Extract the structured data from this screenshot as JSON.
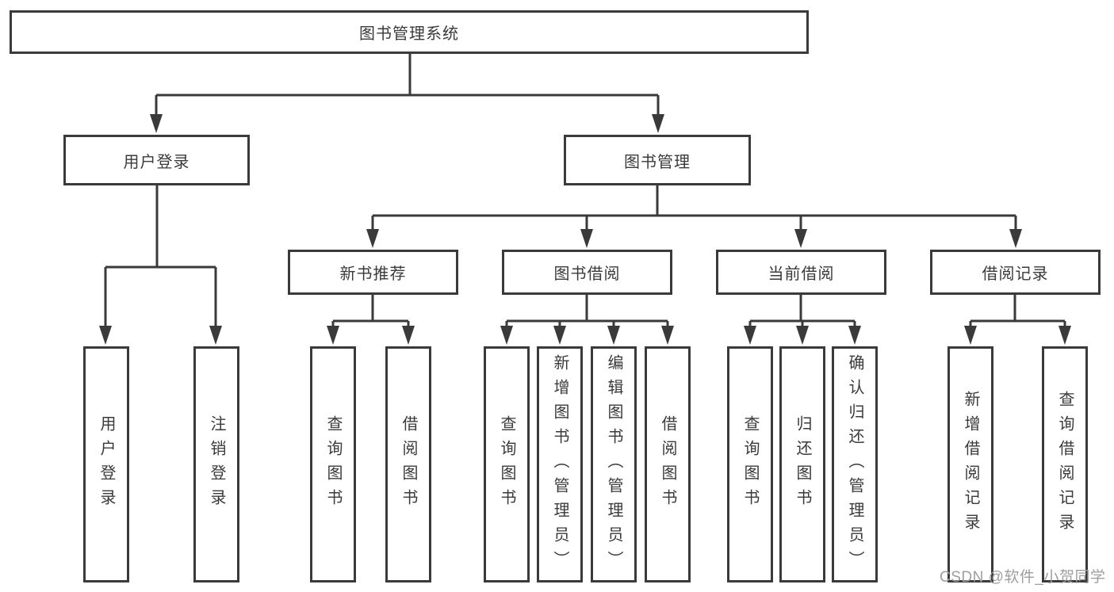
{
  "diagram": {
    "title": "图书管理系统",
    "tree": {
      "label": "图书管理系统",
      "children": [
        {
          "label": "用户登录",
          "children": [
            {
              "label": "用户登录"
            },
            {
              "label": "注销登录"
            }
          ]
        },
        {
          "label": "图书管理",
          "children": [
            {
              "label": "新书推荐",
              "children": [
                {
                  "label": "查询图书"
                },
                {
                  "label": "借阅图书"
                }
              ]
            },
            {
              "label": "图书借阅",
              "children": [
                {
                  "label": "查询图书"
                },
                {
                  "label": "新增图书（管理员）"
                },
                {
                  "label": "编辑图书（管理员）"
                },
                {
                  "label": "借阅图书"
                }
              ]
            },
            {
              "label": "当前借阅",
              "children": [
                {
                  "label": "查询图书"
                },
                {
                  "label": "归还图书"
                },
                {
                  "label": "确认归还（管理员）"
                }
              ]
            },
            {
              "label": "借阅记录",
              "children": [
                {
                  "label": "新增借阅记录"
                },
                {
                  "label": "查询借阅记录"
                }
              ]
            }
          ]
        }
      ]
    },
    "colors": {
      "line": "#3a3a3a",
      "text": "#3a3a3a",
      "background": "#ffffff",
      "watermark_color": "#9e9e9e"
    }
  },
  "watermark": "CSDN @软件_小贺同学"
}
